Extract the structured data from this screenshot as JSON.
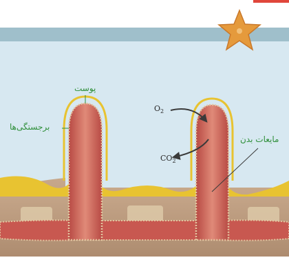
{
  "labels": {
    "skin": "پوست",
    "protrusions": "برجستگی‌ها",
    "body_fluids": "مایعات بدن",
    "o2": "O",
    "o2_sub": "2",
    "co2": "CO",
    "co2_sub": "2"
  },
  "colors": {
    "water": "#d7e8f1",
    "surface_band": "#9fbfcb",
    "tissue": "#c85850",
    "tissue_light": "#e08a78",
    "skin_border": "#e3c6a0",
    "yellow_layer": "#e8c331",
    "base_tan": "#b7957a",
    "arrow": "#3a3a3a",
    "label_green": "#2f8f3a",
    "starfish": "#e59a3c"
  }
}
